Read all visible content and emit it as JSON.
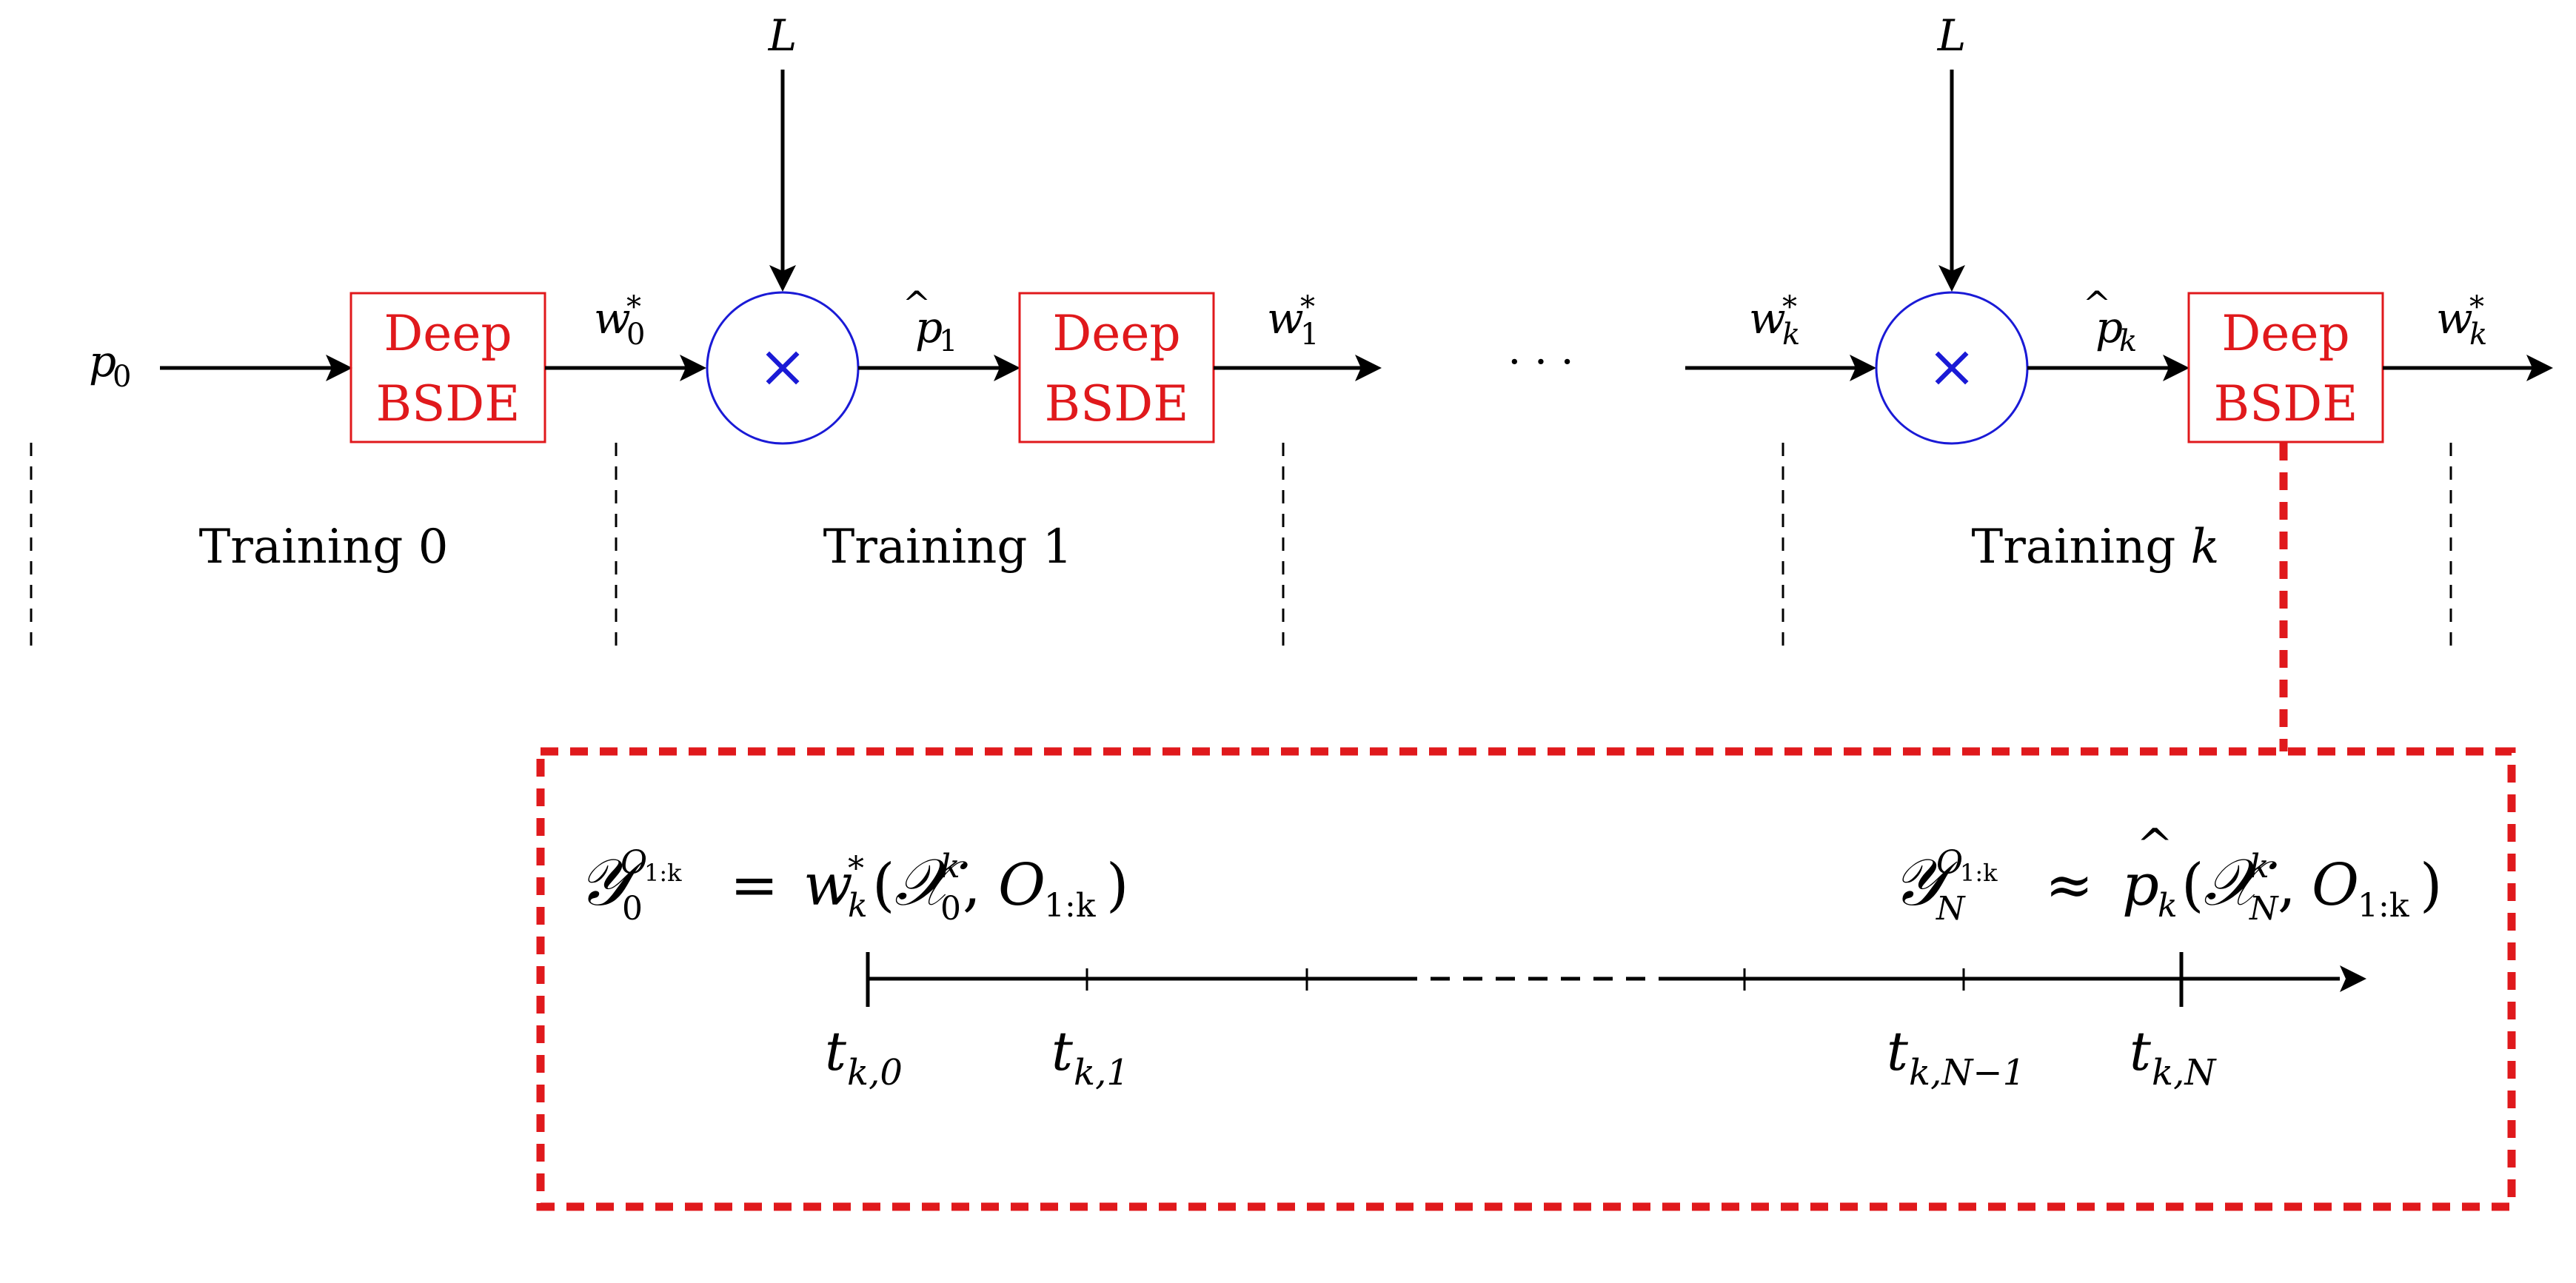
{
  "colors": {
    "black": "#000000",
    "red": "#e0191c",
    "blue": "#1a1ad6"
  },
  "inputs": {
    "p0": {
      "base": "p",
      "sub": "0"
    },
    "L_first": "L",
    "L_second": "L"
  },
  "blocks": {
    "deep_label_1": "Deep",
    "bsde_label_1": "BSDE",
    "deep_label_2": "Deep",
    "bsde_label_2": "BSDE",
    "deep_label_3": "Deep",
    "bsde_label_3": "BSDE",
    "multiply_symbol_1": "×",
    "multiply_symbol_2": "×"
  },
  "signals": {
    "w0": {
      "base": "w",
      "sup": "*",
      "sub": "0"
    },
    "p1hat": {
      "base": "p",
      "hat": "^",
      "sub": "1"
    },
    "w1": {
      "base": "w",
      "sup": "*",
      "sub": "1"
    },
    "ellipsis": "· · ·",
    "wk_in": {
      "base": "w",
      "sup": "*",
      "sub": "k"
    },
    "pkhat": {
      "base": "p",
      "hat": "^",
      "sub": "k"
    },
    "wk_out": {
      "base": "w",
      "sup": "*",
      "sub": "k"
    }
  },
  "sections": {
    "training0": {
      "text": "Training ",
      "index": "0"
    },
    "training1": {
      "text": "Training ",
      "index": "1"
    },
    "trainingk": {
      "text": "Training ",
      "index": "k"
    }
  },
  "detail": {
    "left_eq": {
      "Y": "𝒴",
      "Y_sub": "0",
      "Y_sup_base": "O",
      "Y_sup_sub": "1:k",
      "rel": "=",
      "w": "w",
      "w_sup": "*",
      "w_sub": "k",
      "open": "(",
      "X": "𝒳",
      "X_sup": "k",
      "X_sub": "0",
      "comma": ",",
      "O": "O",
      "O_sub": "1:k",
      "close": ")"
    },
    "right_eq": {
      "Y": "𝒴",
      "Y_sub": "N",
      "Y_sup_base": "O",
      "Y_sup_sub": "1:k",
      "rel": "≈",
      "p": "p",
      "hat": "^",
      "p_sub": "k",
      "open": "(",
      "X": "𝒳",
      "X_sup": "k",
      "X_sub": "N",
      "comma": ",",
      "O": "O",
      "O_sub": "1:k",
      "close": ")"
    },
    "ticks": {
      "t0": {
        "base": "t",
        "sub": "k,0"
      },
      "t1": {
        "base": "t",
        "sub": "k,1"
      },
      "tN1": {
        "base": "t",
        "sub": "k,N−1"
      },
      "tN": {
        "base": "t",
        "sub": "k,N"
      }
    }
  }
}
